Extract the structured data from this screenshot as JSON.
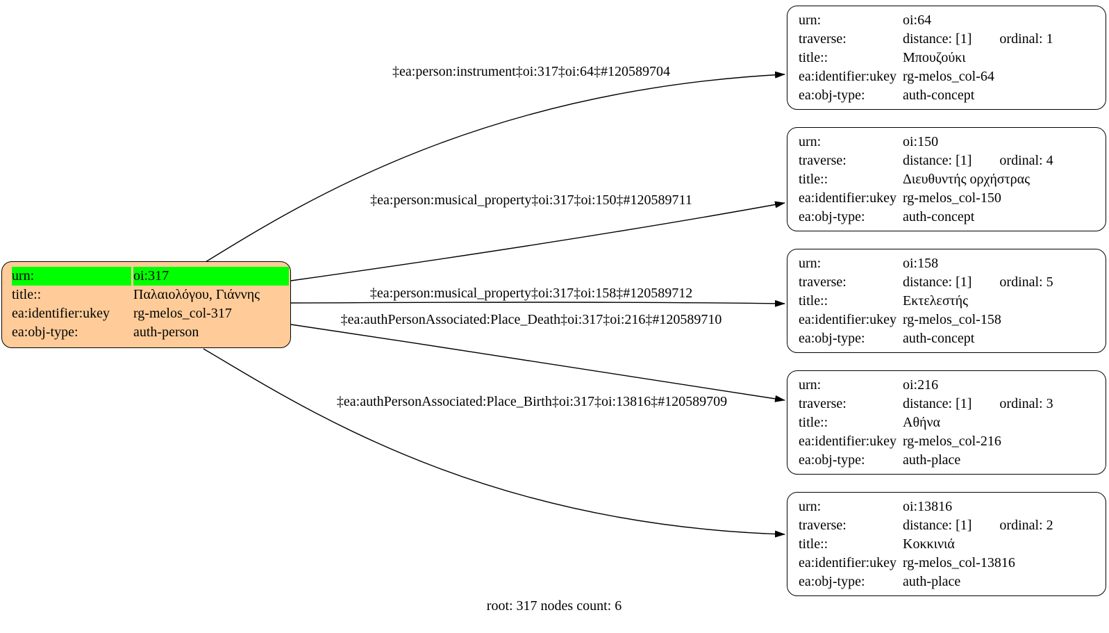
{
  "colors": {
    "root_fill": "#FFCC99",
    "highlight_green": "#00FF00",
    "node_fill": "#FFFFFF",
    "edge_stroke": "#000000"
  },
  "field_labels": {
    "urn": "urn:",
    "traverse": "traverse:",
    "title": "title::",
    "ukey": "ea:identifier:ukey",
    "objtype": "ea:obj-type:"
  },
  "root_node": {
    "urn": "oi:317",
    "title": "Παλαιολόγου, Γιάννης",
    "ukey": "rg-melos_col-317",
    "objtype": "auth-person"
  },
  "nodes": [
    {
      "urn": "oi:64",
      "distance": "distance: [1]",
      "ordinal": "ordinal: 1",
      "title": "Μπουζούκι",
      "ukey": "rg-melos_col-64",
      "objtype": "auth-concept"
    },
    {
      "urn": "oi:150",
      "distance": "distance: [1]",
      "ordinal": "ordinal: 4",
      "title": "Διευθυντής ορχήστρας",
      "ukey": "rg-melos_col-150",
      "objtype": "auth-concept"
    },
    {
      "urn": "oi:158",
      "distance": "distance: [1]",
      "ordinal": "ordinal: 5",
      "title": "Εκτελεστής",
      "ukey": "rg-melos_col-158",
      "objtype": "auth-concept"
    },
    {
      "urn": "oi:216",
      "distance": "distance: [1]",
      "ordinal": "ordinal: 3",
      "title": "Αθήνα",
      "ukey": "rg-melos_col-216",
      "objtype": "auth-place"
    },
    {
      "urn": "oi:13816",
      "distance": "distance: [1]",
      "ordinal": "ordinal: 2",
      "title": "Κοκκινιά",
      "ukey": "rg-melos_col-13816",
      "objtype": "auth-place"
    }
  ],
  "edges": [
    {
      "label": "‡ea:person:instrument‡oi:317‡oi:64‡#120589704"
    },
    {
      "label": "‡ea:person:musical_property‡oi:317‡oi:150‡#120589711"
    },
    {
      "label": "‡ea:person:musical_property‡oi:317‡oi:158‡#120589712"
    },
    {
      "label": "‡ea:authPersonAssociated:Place_Death‡oi:317‡oi:216‡#120589710"
    },
    {
      "label": "‡ea:authPersonAssociated:Place_Birth‡oi:317‡oi:13816‡#120589709"
    }
  ],
  "footer": "root: 317 nodes count: 6"
}
